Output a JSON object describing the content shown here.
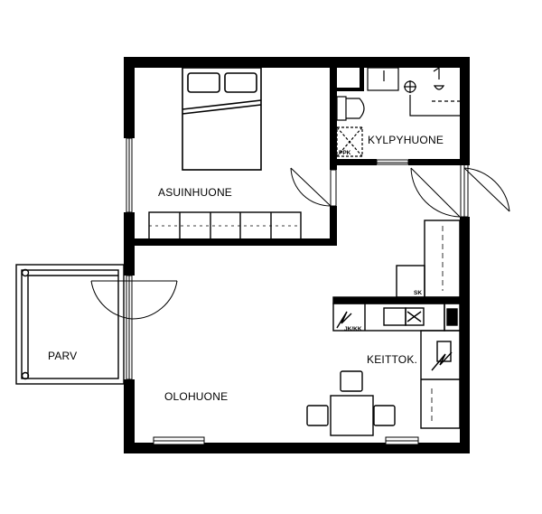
{
  "floorplan": {
    "rooms": {
      "bedroom": "ASUINHUONE",
      "bathroom": "KYLPYHUONE",
      "living": "OLOHUONE",
      "kitchen": "KEITTOK.",
      "balcony": "PARV"
    },
    "fixtures": {
      "dryer_cabinet": "PPK",
      "cleaning_closet": "SK",
      "fridge_freezer": "JK/KK"
    }
  },
  "colors": {
    "wall": "#000000",
    "line": "#000000",
    "background": "#ffffff"
  }
}
